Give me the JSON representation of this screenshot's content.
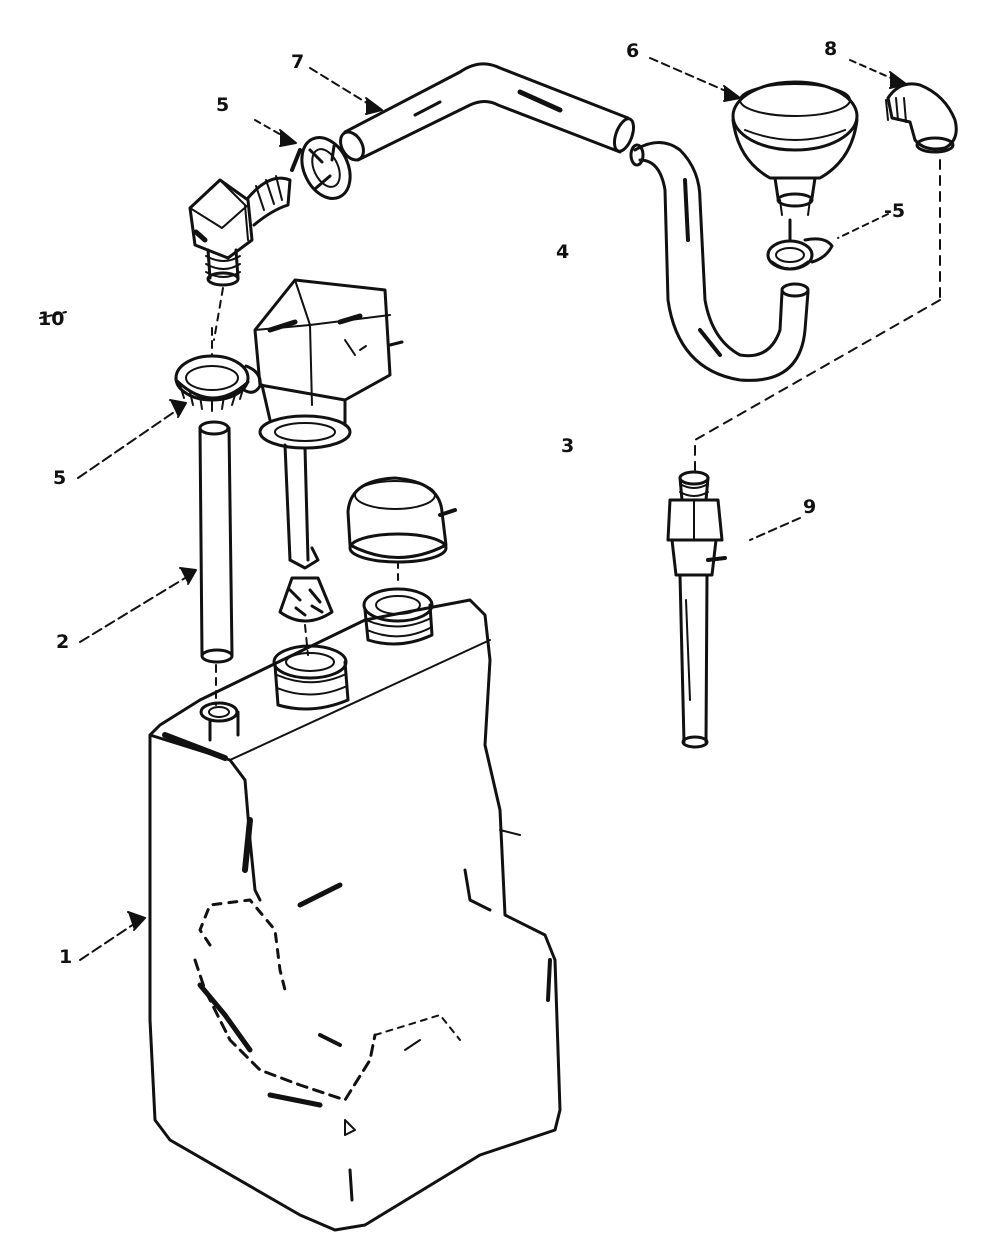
{
  "diagram": {
    "ink_color": "#111111",
    "background": "#ffffff",
    "parts": [
      {
        "id": "reservoir-tank",
        "callout": "1"
      },
      {
        "id": "standpipe-tube",
        "callout": "2"
      },
      {
        "id": "cap-and-sender",
        "callout": "3"
      },
      {
        "id": "hose",
        "callout": "4"
      },
      {
        "id": "hose-clamp",
        "callout": "5"
      },
      {
        "id": "check-valve",
        "callout": "6"
      },
      {
        "id": "hose-upper",
        "callout": "7"
      },
      {
        "id": "elbow-fitting",
        "callout": "8"
      },
      {
        "id": "connector-fitting",
        "callout": "9"
      },
      {
        "id": "elbow-adapter",
        "callout": "10"
      }
    ],
    "callouts": {
      "c1": "1",
      "c2": "2",
      "c3": "3",
      "c4": "4",
      "c5a": "5",
      "c5b": "-5",
      "c5c": "5",
      "c6": "6",
      "c7": "7",
      "c8": "8",
      "c9": "9",
      "c10": "10"
    }
  }
}
